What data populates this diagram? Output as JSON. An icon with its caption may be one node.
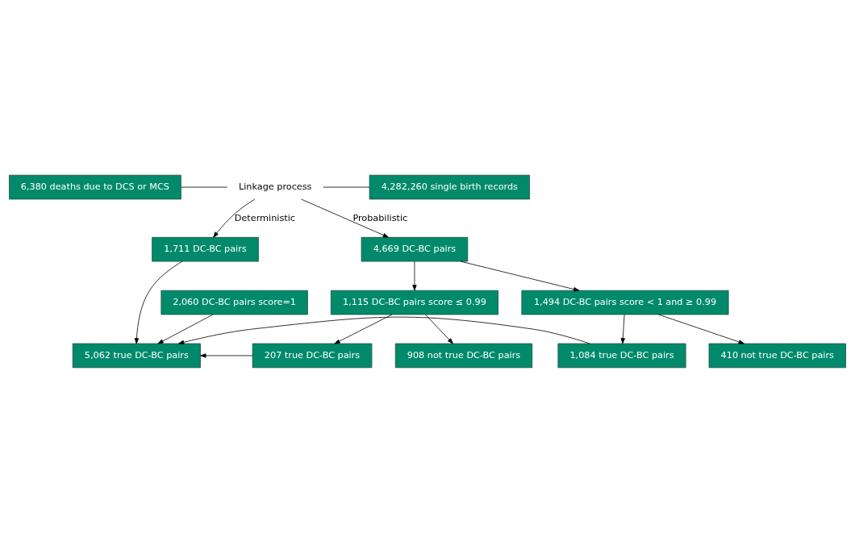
{
  "diagram": {
    "nodes": [
      {
        "text": [
          "6,380 deaths due to DCS or MCS"
        ]
      },
      {
        "text": [
          "4,282,260 single birth records"
        ]
      },
      {
        "text": [
          "Linkage process"
        ]
      },
      {
        "text": [
          "1,711 DC-BC pairs"
        ]
      },
      {
        "text": [
          "4,669 DC-BC pairs"
        ]
      },
      {
        "text": [
          "2,060 DC-BC pairs score=1"
        ]
      },
      {
        "text": [
          "1,494 DC-BC pairs score < 1 and ≥ 0.99"
        ]
      },
      {
        "text": [
          "1,115 DC-BC pairs score ≤ 0.99"
        ]
      },
      {
        "text": [
          "5,062 true DC-BC pairs"
        ]
      },
      {
        "text": [
          "1,084 true DC-BC pairs"
        ]
      },
      {
        "text": [
          "410 not true DC-BC pairs"
        ]
      },
      {
        "text": [
          "207 true DC-BC pairs"
        ]
      },
      {
        "text": [
          "908 not true DC-BC pairs"
        ]
      }
    ],
    "edges": [
      {
        "from": 0,
        "to": 2,
        "arrow": "none"
      },
      {
        "from": 1,
        "to": 2,
        "arrow": "none"
      },
      {
        "from": 2,
        "to": 3,
        "arrow": "to",
        "label": "Deterministic"
      },
      {
        "from": 2,
        "to": 4,
        "arrow": "to",
        "label": "Probabilistic"
      },
      {
        "from": 4,
        "to": 6,
        "arrow": "to"
      },
      {
        "from": 4,
        "to": 7,
        "arrow": "to"
      },
      {
        "from": 3,
        "to": 8,
        "arrow": "to"
      },
      {
        "from": 5,
        "to": 8,
        "arrow": "to"
      },
      {
        "from": 6,
        "to": 9,
        "arrow": "to"
      },
      {
        "from": 6,
        "to": 10,
        "arrow": "to"
      },
      {
        "from": 9,
        "to": 8,
        "arrow": "to"
      },
      {
        "from": 7,
        "to": 11,
        "arrow": "to"
      },
      {
        "from": 7,
        "to": 12,
        "arrow": "to"
      },
      {
        "from": 11,
        "to": 8,
        "arrow": "to"
      }
    ]
  }
}
